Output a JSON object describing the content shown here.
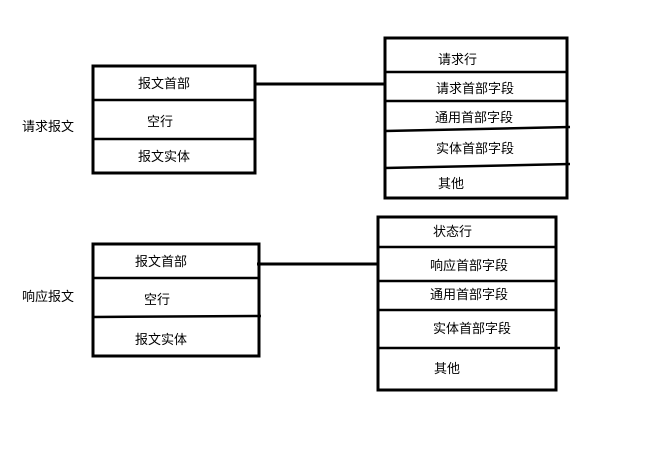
{
  "request": {
    "label": "请求报文",
    "left_rows": [
      "报文首部",
      "空行",
      "报文实体"
    ],
    "right_rows": [
      "请求行",
      "请求首部字段",
      "通用首部字段",
      "实体首部字段",
      "其他"
    ]
  },
  "response": {
    "label": "响应报文",
    "left_rows": [
      "报文首部",
      "空行",
      "报文实体"
    ],
    "right_rows": [
      "状态行",
      "响应首部字段",
      "通用首部字段",
      "实体首部字段",
      "其他"
    ]
  }
}
